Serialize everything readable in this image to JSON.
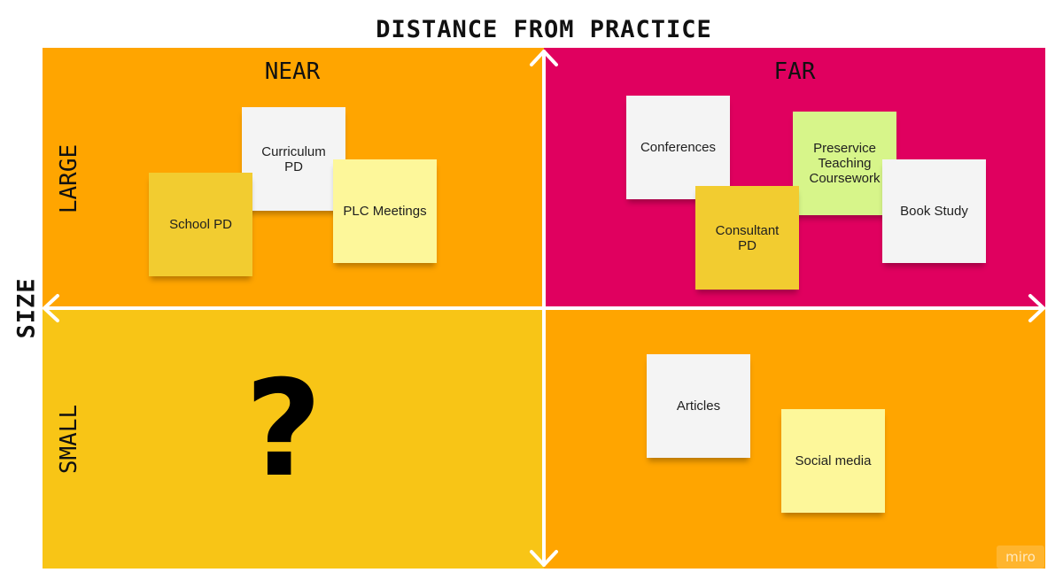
{
  "titles": {
    "x_axis": "DISTANCE FROM PRACTICE",
    "y_axis": "SIZE"
  },
  "columns": {
    "near": "NEAR",
    "far": "FAR"
  },
  "rows": {
    "large": "LARGE",
    "small": "SMALL"
  },
  "quadrants": {
    "near_large": {
      "color": "#FFA500"
    },
    "far_large": {
      "color": "#E0005F"
    },
    "near_small": {
      "color": "#F8C516"
    },
    "far_small": {
      "color": "#FFA500"
    }
  },
  "sticky_colors": {
    "white": "#F4F4F4",
    "yellow": "#F2CC30",
    "light_yellow": "#FDF79A",
    "light_green": "#D7F58A"
  },
  "stickies": [
    {
      "text": "Curriculum\nPD",
      "color": "white"
    },
    {
      "text": "School PD",
      "color": "yellow"
    },
    {
      "text": "PLC Meetings",
      "color": "light_yellow"
    },
    {
      "text": "Conferences",
      "color": "white"
    },
    {
      "text": "Preservice\nTeaching\nCoursework",
      "color": "light_green"
    },
    {
      "text": "Book Study",
      "color": "white"
    },
    {
      "text": "Consultant\nPD",
      "color": "yellow"
    },
    {
      "text": "Articles",
      "color": "white"
    },
    {
      "text": "Social media",
      "color": "light_yellow"
    }
  ],
  "question_mark": "?",
  "watermark": "miro",
  "axis_color": "#FFFFFF"
}
